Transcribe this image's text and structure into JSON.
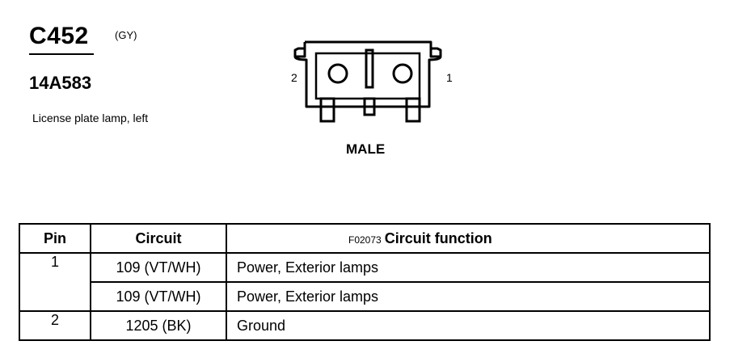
{
  "connector": {
    "id": "C452",
    "color": "(GY)",
    "part_number": "14A583",
    "description": "License plate lamp, left",
    "gender": "MALE",
    "pin_labels": {
      "left": "2",
      "right": "1"
    }
  },
  "table": {
    "headers": {
      "pin": "Pin",
      "circuit": "Circuit",
      "figure_code": "F02073",
      "function": "Circuit function"
    },
    "rows": [
      {
        "pin": "1",
        "circuit": "109 (VT/WH)",
        "function": "Power, Exterior lamps"
      },
      {
        "pin": "",
        "circuit": "109 (VT/WH)",
        "function": "Power, Exterior lamps"
      },
      {
        "pin": "2",
        "circuit": "1205 (BK)",
        "function": "Ground"
      }
    ]
  }
}
